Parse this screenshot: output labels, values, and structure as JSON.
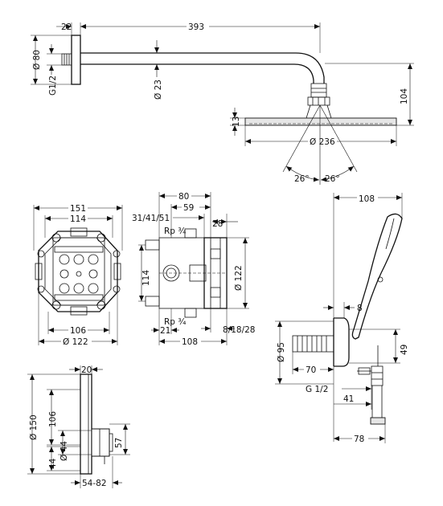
{
  "labels": {
    "arm_length": "393",
    "flange_width": "22",
    "flange_dia": "Ø 80",
    "thread_arm": "G1/2",
    "arm_dia": "Ø 23",
    "head_drop": "104",
    "head_thick": "13",
    "head_dia": "Ø 236",
    "tilt_left": "26°",
    "tilt_right": "26°",
    "box_outer": "151",
    "box_inner": "114",
    "box_bottom": "106",
    "box_dia": "Ø 122",
    "side_depth": "80",
    "side_depth_inner": "59",
    "side_variants": "31/41/51",
    "side_28": "28",
    "rp_top": "Rp ¾",
    "rp_bottom": "Rp ¾",
    "side_114": "114",
    "side_dia122": "Ø 122",
    "side_21": "21",
    "side_108": "108",
    "side_8_18_28": "8/18/28",
    "hand_108": "108",
    "hand_8": "8",
    "hand_dia95": "Ø 95",
    "hand_49": "49",
    "hand_70": "70",
    "hand_g12": "G 1/2",
    "hand_41": "41",
    "hand_78": "78",
    "trim_20": "20",
    "trim_150": "Ø 150",
    "trim_106": "106",
    "trim_44a": "Ø 44",
    "trim_44b": "44",
    "trim_57": "57",
    "trim_54_82": "54-82"
  }
}
